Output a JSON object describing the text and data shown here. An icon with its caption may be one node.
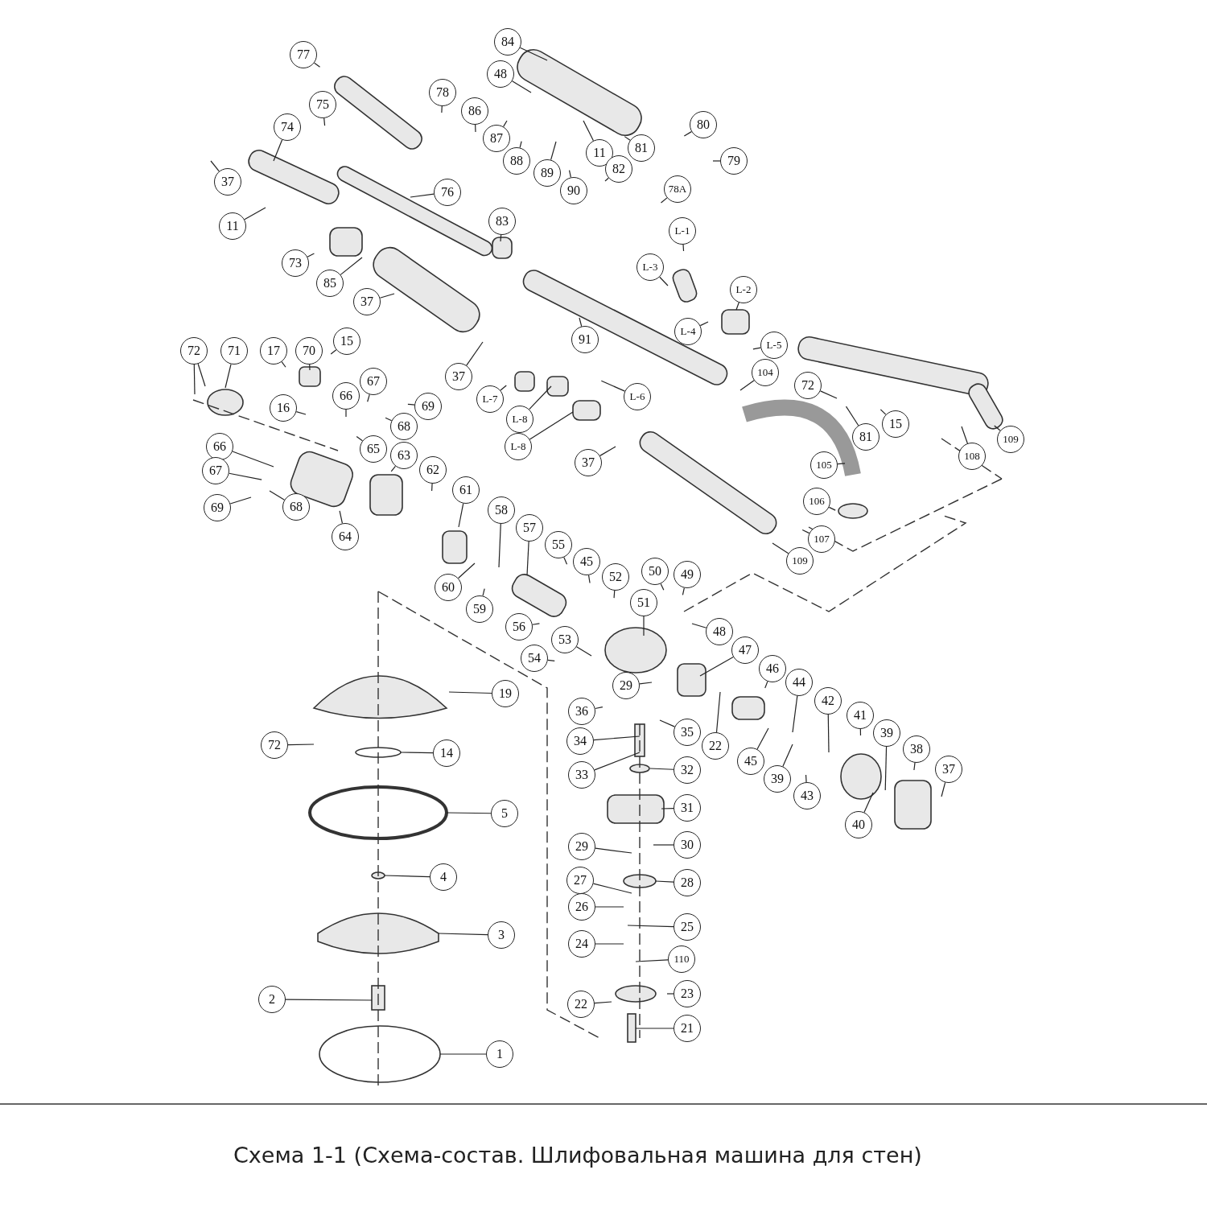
{
  "diagram": {
    "caption": "Схема 1-1 (Схема-состав. Шлифовальная машина для стен)",
    "nodes": [
      {
        "text": [
          "77"
        ]
      },
      {
        "text": [
          "84"
        ]
      },
      {
        "text": [
          "48"
        ]
      },
      {
        "text": [
          "75"
        ]
      },
      {
        "text": [
          "78"
        ]
      },
      {
        "text": [
          "86"
        ]
      },
      {
        "text": [
          "87"
        ]
      },
      {
        "text": [
          "88"
        ]
      },
      {
        "text": [
          "11"
        ]
      },
      {
        "text": [
          "81"
        ]
      },
      {
        "text": [
          "80"
        ]
      },
      {
        "text": [
          "89"
        ]
      },
      {
        "text": [
          "90"
        ]
      },
      {
        "text": [
          "82"
        ]
      },
      {
        "text": [
          "79"
        ]
      },
      {
        "text": [
          "74"
        ]
      },
      {
        "text": [
          "37"
        ]
      },
      {
        "text": [
          "11"
        ]
      },
      {
        "text": [
          "76"
        ]
      },
      {
        "text": [
          "78A"
        ]
      },
      {
        "text": [
          "83"
        ]
      },
      {
        "text": [
          "L-1"
        ]
      },
      {
        "text": [
          "73"
        ]
      },
      {
        "text": [
          "85"
        ]
      },
      {
        "text": [
          "37"
        ]
      },
      {
        "text": [
          "L-3"
        ]
      },
      {
        "text": [
          "L-2"
        ]
      },
      {
        "text": [
          "91"
        ]
      },
      {
        "text": [
          "L-4"
        ]
      },
      {
        "text": [
          "L-5"
        ]
      },
      {
        "text": [
          "37"
        ]
      },
      {
        "text": [
          "L-7"
        ]
      },
      {
        "text": [
          "L-8"
        ]
      },
      {
        "text": [
          "L-6"
        ]
      },
      {
        "text": [
          "104"
        ]
      },
      {
        "text": [
          "72"
        ]
      },
      {
        "text": [
          "81"
        ]
      },
      {
        "text": [
          "15"
        ]
      },
      {
        "text": [
          "L-8"
        ]
      },
      {
        "text": [
          "37"
        ]
      },
      {
        "text": [
          "72"
        ]
      },
      {
        "text": [
          "71"
        ]
      },
      {
        "text": [
          "17"
        ]
      },
      {
        "text": [
          "70"
        ]
      },
      {
        "text": [
          "15"
        ]
      },
      {
        "text": [
          "16"
        ]
      },
      {
        "text": [
          "66"
        ]
      },
      {
        "text": [
          "67"
        ]
      },
      {
        "text": [
          "69"
        ]
      },
      {
        "text": [
          "68"
        ]
      },
      {
        "text": [
          "65"
        ]
      },
      {
        "text": [
          "66"
        ]
      },
      {
        "text": [
          "63"
        ]
      },
      {
        "text": [
          "62"
        ]
      },
      {
        "text": [
          "67"
        ]
      },
      {
        "text": [
          "61"
        ]
      },
      {
        "text": [
          "69"
        ]
      },
      {
        "text": [
          "68"
        ]
      },
      {
        "text": [
          "64"
        ]
      },
      {
        "text": [
          "58"
        ]
      },
      {
        "text": [
          "57"
        ]
      },
      {
        "text": [
          "55"
        ]
      },
      {
        "text": [
          "45"
        ]
      },
      {
        "text": [
          "52"
        ]
      },
      {
        "text": [
          "50"
        ]
      },
      {
        "text": [
          "49"
        ]
      },
      {
        "text": [
          "60"
        ]
      },
      {
        "text": [
          "59"
        ]
      },
      {
        "text": [
          "51"
        ]
      },
      {
        "text": [
          "56"
        ]
      },
      {
        "text": [
          "48"
        ]
      },
      {
        "text": [
          "53"
        ]
      },
      {
        "text": [
          "54"
        ]
      },
      {
        "text": [
          "47"
        ]
      },
      {
        "text": [
          "29"
        ]
      },
      {
        "text": [
          "46"
        ]
      },
      {
        "text": [
          "44"
        ]
      },
      {
        "text": [
          "42"
        ]
      },
      {
        "text": [
          "41"
        ]
      },
      {
        "text": [
          "36"
        ]
      },
      {
        "text": [
          "35"
        ]
      },
      {
        "text": [
          "34"
        ]
      },
      {
        "text": [
          "22"
        ]
      },
      {
        "text": [
          "45"
        ]
      },
      {
        "text": [
          "39"
        ]
      },
      {
        "text": [
          "43"
        ]
      },
      {
        "text": [
          "39"
        ]
      },
      {
        "text": [
          "38"
        ]
      },
      {
        "text": [
          "37"
        ]
      },
      {
        "text": [
          "40"
        ]
      },
      {
        "text": [
          "33"
        ]
      },
      {
        "text": [
          "32"
        ]
      },
      {
        "text": [
          "31"
        ]
      },
      {
        "text": [
          "30"
        ]
      },
      {
        "text": [
          "29"
        ]
      },
      {
        "text": [
          "28"
        ]
      },
      {
        "text": [
          "27"
        ]
      },
      {
        "text": [
          "26"
        ]
      },
      {
        "text": [
          "25"
        ]
      },
      {
        "text": [
          "24"
        ]
      },
      {
        "text": [
          "110"
        ]
      },
      {
        "text": [
          "23"
        ]
      },
      {
        "text": [
          "22"
        ]
      },
      {
        "text": [
          "21"
        ]
      },
      {
        "text": [
          "19"
        ]
      },
      {
        "text": [
          "72"
        ]
      },
      {
        "text": [
          "14"
        ]
      },
      {
        "text": [
          "5"
        ]
      },
      {
        "text": [
          "4"
        ]
      },
      {
        "text": [
          "3"
        ]
      },
      {
        "text": [
          "2"
        ]
      },
      {
        "text": [
          "1"
        ]
      },
      {
        "text": [
          "105"
        ]
      },
      {
        "text": [
          "106"
        ]
      },
      {
        "text": [
          "107"
        ]
      },
      {
        "text": [
          "109"
        ]
      },
      {
        "text": [
          "108"
        ]
      },
      {
        "text": [
          "109"
        ]
      }
    ],
    "edges": [
      {
        "from": 0,
        "to": null,
        "arrow": "none"
      },
      {
        "from": 1,
        "to": null,
        "arrow": "none"
      },
      {
        "from": 2,
        "to": null,
        "arrow": "none"
      },
      {
        "from": 3,
        "to": null,
        "arrow": "none"
      },
      {
        "from": 4,
        "to": null,
        "arrow": "none"
      },
      {
        "from": 5,
        "to": null,
        "arrow": "none"
      },
      {
        "from": 6,
        "to": null,
        "arrow": "none"
      },
      {
        "from": 7,
        "to": null,
        "arrow": "none"
      },
      {
        "from": 8,
        "to": null,
        "arrow": "none"
      },
      {
        "from": 9,
        "to": null,
        "arrow": "none"
      },
      {
        "from": 10,
        "to": null,
        "arrow": "none"
      },
      {
        "from": 11,
        "to": null,
        "arrow": "none"
      },
      {
        "from": 12,
        "to": null,
        "arrow": "none"
      },
      {
        "from": 13,
        "to": null,
        "arrow": "none"
      },
      {
        "from": 14,
        "to": null,
        "arrow": "none"
      },
      {
        "from": 15,
        "to": null,
        "arrow": "none"
      },
      {
        "from": 16,
        "to": null,
        "arrow": "none"
      },
      {
        "from": 17,
        "to": null,
        "arrow": "none"
      },
      {
        "from": 18,
        "to": null,
        "arrow": "none"
      },
      {
        "from": 19,
        "to": null,
        "arrow": "none"
      },
      {
        "from": 20,
        "to": null,
        "arrow": "none"
      },
      {
        "from": 21,
        "to": null,
        "arrow": "none"
      },
      {
        "from": 22,
        "to": null,
        "arrow": "none"
      },
      {
        "from": 23,
        "to": null,
        "arrow": "none"
      },
      {
        "from": 24,
        "to": null,
        "arrow": "none"
      },
      {
        "from": 25,
        "to": null,
        "arrow": "none"
      },
      {
        "from": 26,
        "to": null,
        "arrow": "none"
      },
      {
        "from": 27,
        "to": null,
        "arrow": "none"
      },
      {
        "from": 28,
        "to": null,
        "arrow": "none"
      },
      {
        "from": 29,
        "to": null,
        "arrow": "none"
      },
      {
        "from": 30,
        "to": null,
        "arrow": "none"
      },
      {
        "from": 31,
        "to": null,
        "arrow": "none"
      },
      {
        "from": 32,
        "to": null,
        "arrow": "none"
      },
      {
        "from": 33,
        "to": null,
        "arrow": "none"
      },
      {
        "from": 34,
        "to": null,
        "arrow": "none"
      },
      {
        "from": 35,
        "to": null,
        "arrow": "none"
      },
      {
        "from": 36,
        "to": null,
        "arrow": "none"
      },
      {
        "from": 37,
        "to": null,
        "arrow": "none"
      },
      {
        "from": 38,
        "to": null,
        "arrow": "none"
      },
      {
        "from": 39,
        "to": null,
        "arrow": "none"
      },
      {
        "from": 40,
        "to": null,
        "arrow": "none"
      },
      {
        "from": 40,
        "to": null,
        "arrow": "none"
      },
      {
        "from": 41,
        "to": null,
        "arrow": "none"
      },
      {
        "from": 42,
        "to": null,
        "arrow": "none"
      },
      {
        "from": 43,
        "to": null,
        "arrow": "none"
      },
      {
        "from": 44,
        "to": null,
        "arrow": "none"
      },
      {
        "from": 45,
        "to": null,
        "arrow": "none"
      },
      {
        "from": 46,
        "to": null,
        "arrow": "none"
      },
      {
        "from": 47,
        "to": null,
        "arrow": "none"
      },
      {
        "from": 48,
        "to": null,
        "arrow": "none"
      },
      {
        "from": 49,
        "to": null,
        "arrow": "none"
      },
      {
        "from": 50,
        "to": null,
        "arrow": "none"
      },
      {
        "from": 51,
        "to": null,
        "arrow": "none"
      },
      {
        "from": 52,
        "to": null,
        "arrow": "none"
      },
      {
        "from": 53,
        "to": null,
        "arrow": "none"
      },
      {
        "from": 54,
        "to": null,
        "arrow": "none"
      },
      {
        "from": 55,
        "to": null,
        "arrow": "none"
      },
      {
        "from": 56,
        "to": null,
        "arrow": "none"
      },
      {
        "from": 57,
        "to": null,
        "arrow": "none"
      },
      {
        "from": 58,
        "to": null,
        "arrow": "none"
      },
      {
        "from": 59,
        "to": null,
        "arrow": "none"
      },
      {
        "from": 60,
        "to": null,
        "arrow": "none"
      },
      {
        "from": 61,
        "to": null,
        "arrow": "none"
      },
      {
        "from": 62,
        "to": null,
        "arrow": "none"
      },
      {
        "from": 63,
        "to": null,
        "arrow": "none"
      },
      {
        "from": 64,
        "to": null,
        "arrow": "none"
      },
      {
        "from": 65,
        "to": null,
        "arrow": "none"
      },
      {
        "from": 66,
        "to": null,
        "arrow": "none"
      },
      {
        "from": 67,
        "to": null,
        "arrow": "none"
      },
      {
        "from": 68,
        "to": null,
        "arrow": "none"
      },
      {
        "from": 69,
        "to": null,
        "arrow": "none"
      },
      {
        "from": 70,
        "to": null,
        "arrow": "none"
      },
      {
        "from": 71,
        "to": null,
        "arrow": "none"
      },
      {
        "from": 72,
        "to": null,
        "arrow": "none"
      },
      {
        "from": 73,
        "to": null,
        "arrow": "none"
      },
      {
        "from": 74,
        "to": null,
        "arrow": "none"
      },
      {
        "from": 75,
        "to": null,
        "arrow": "none"
      },
      {
        "from": 76,
        "to": null,
        "arrow": "none"
      },
      {
        "from": 77,
        "to": null,
        "arrow": "none"
      },
      {
        "from": 78,
        "to": null,
        "arrow": "none"
      },
      {
        "from": 79,
        "to": null,
        "arrow": "none"
      },
      {
        "from": 80,
        "to": null,
        "arrow": "none"
      },
      {
        "from": 81,
        "to": null,
        "arrow": "none"
      },
      {
        "from": 82,
        "to": null,
        "arrow": "none"
      },
      {
        "from": 83,
        "to": null,
        "arrow": "none"
      },
      {
        "from": 84,
        "to": null,
        "arrow": "none"
      },
      {
        "from": 85,
        "to": null,
        "arrow": "none"
      },
      {
        "from": 86,
        "to": null,
        "arrow": "none"
      },
      {
        "from": 87,
        "to": null,
        "arrow": "none"
      },
      {
        "from": 88,
        "to": null,
        "arrow": "none"
      },
      {
        "from": 89,
        "to": null,
        "arrow": "none"
      },
      {
        "from": 90,
        "to": null,
        "arrow": "none"
      },
      {
        "from": 91,
        "to": null,
        "arrow": "none"
      },
      {
        "from": 92,
        "to": null,
        "arrow": "none"
      },
      {
        "from": 93,
        "to": null,
        "arrow": "none"
      },
      {
        "from": 94,
        "to": null,
        "arrow": "none"
      },
      {
        "from": 95,
        "to": null,
        "arrow": "none"
      },
      {
        "from": 96,
        "to": null,
        "arrow": "none"
      },
      {
        "from": 97,
        "to": null,
        "arrow": "none"
      },
      {
        "from": 98,
        "to": null,
        "arrow": "none"
      },
      {
        "from": 99,
        "to": null,
        "arrow": "none"
      },
      {
        "from": 100,
        "to": null,
        "arrow": "none"
      },
      {
        "from": 101,
        "to": null,
        "arrow": "none"
      },
      {
        "from": 102,
        "to": null,
        "arrow": "none"
      },
      {
        "from": 103,
        "to": null,
        "arrow": "none"
      },
      {
        "from": 104,
        "to": null,
        "arrow": "none"
      },
      {
        "from": 105,
        "to": null,
        "arrow": "none"
      },
      {
        "from": 106,
        "to": null,
        "arrow": "none"
      },
      {
        "from": 107,
        "to": null,
        "arrow": "none"
      },
      {
        "from": 108,
        "to": null,
        "arrow": "none"
      },
      {
        "from": 109,
        "to": null,
        "arrow": "none"
      },
      {
        "from": 110,
        "to": null,
        "arrow": "none"
      },
      {
        "from": 111,
        "to": null,
        "arrow": "none"
      },
      {
        "from": 112,
        "to": null,
        "arrow": "none"
      },
      {
        "from": 113,
        "to": null,
        "arrow": "none"
      },
      {
        "from": 114,
        "to": null,
        "arrow": "none"
      },
      {
        "from": 115,
        "to": null,
        "arrow": "none"
      },
      {
        "from": 116,
        "to": null,
        "arrow": "none"
      },
      {
        "from": 117,
        "to": null,
        "arrow": "none"
      }
    ]
  }
}
